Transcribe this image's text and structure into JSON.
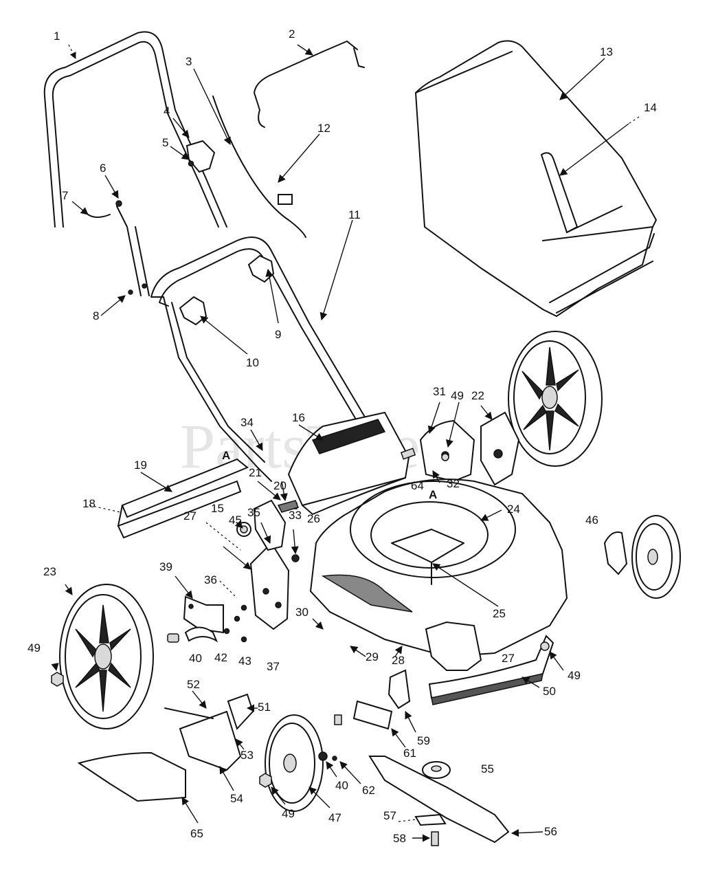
{
  "watermark": "PartsTree",
  "section_marker": "A",
  "callouts": [
    "1",
    "2",
    "3",
    "4",
    "5",
    "6",
    "7",
    "8",
    "9",
    "10",
    "11",
    "12",
    "13",
    "14",
    "15",
    "16",
    "18",
    "19",
    "20",
    "21",
    "22",
    "23",
    "24",
    "25",
    "26",
    "27",
    "28",
    "29",
    "30",
    "31",
    "32",
    "33",
    "34",
    "35",
    "36",
    "37",
    "39",
    "40",
    "42",
    "43",
    "45",
    "46",
    "47",
    "49",
    "50",
    "51",
    "52",
    "53",
    "54",
    "55",
    "56",
    "57",
    "58",
    "59",
    "61",
    "62",
    "64",
    "65"
  ]
}
